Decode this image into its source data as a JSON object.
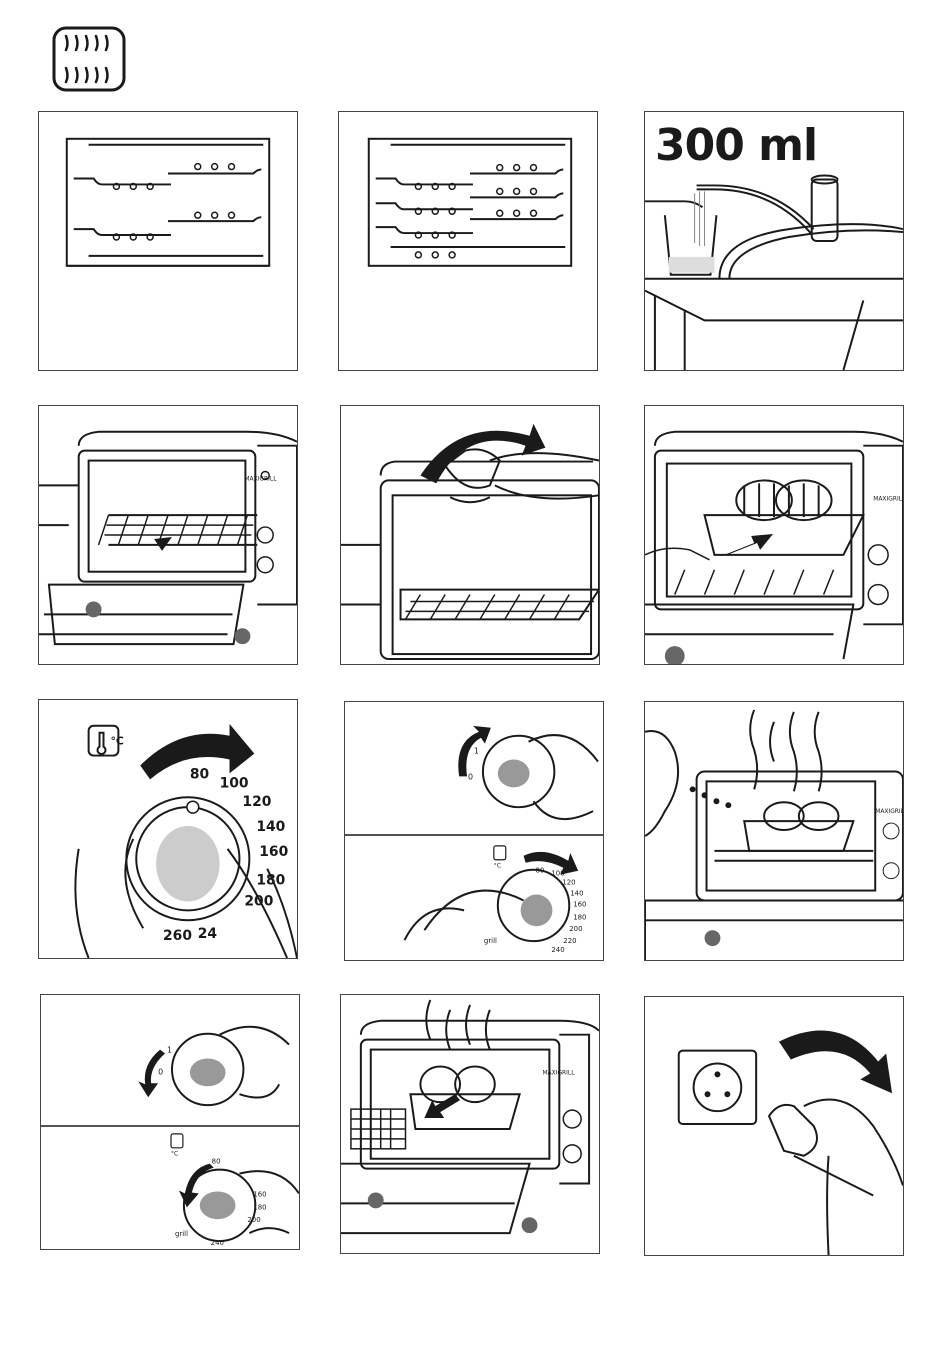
{
  "header": {
    "icon": "grill-heating-icon"
  },
  "panels": {
    "water": {
      "amount": "300 ml"
    },
    "thermostat": {
      "unit": "°C",
      "scale": [
        "80",
        "100",
        "120",
        "140",
        "160",
        "180",
        "200",
        "260",
        "24"
      ]
    },
    "dial_small": {
      "marks": [
        "0",
        "1"
      ],
      "temps": [
        "80",
        "100",
        "120",
        "140",
        "160",
        "180",
        "200",
        "220",
        "240"
      ],
      "grill": "grill",
      "unit": "°C"
    },
    "dial_reset": {
      "marks": [
        "0",
        "1"
      ],
      "temps": [
        "80",
        "160",
        "180",
        "200",
        "240"
      ],
      "grill": "grill",
      "unit": "°C"
    },
    "oven_brand": "MAXIGRILL"
  }
}
